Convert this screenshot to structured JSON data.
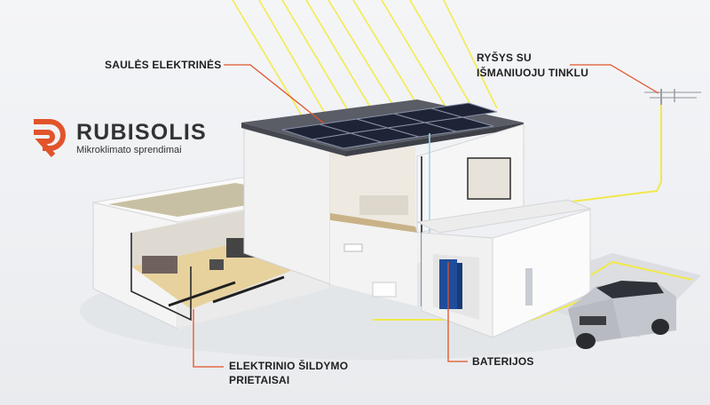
{
  "brand": {
    "name": "RUBISOLIS",
    "tagline": "Mikroklimato sprendimai",
    "accent_color": "#e2532a"
  },
  "callouts": {
    "solar": "SAULĖS ELEKTRINĖS",
    "grid_line1": "RYŠYS SU",
    "grid_line2": "IŠMANIUOJU TINKLU",
    "heating_line1": "ELEKTRINIO ŠILDYMO",
    "heating_line2": "PRIETAISAI",
    "battery": "BATERIJOS"
  },
  "colors": {
    "leader": "#e2532a",
    "sun_rays": "#f2ec3a",
    "cable": "#f0e94a",
    "house_wall": "#f7f7f7",
    "roof": "#5a5d66",
    "panels": "#1e2435"
  }
}
